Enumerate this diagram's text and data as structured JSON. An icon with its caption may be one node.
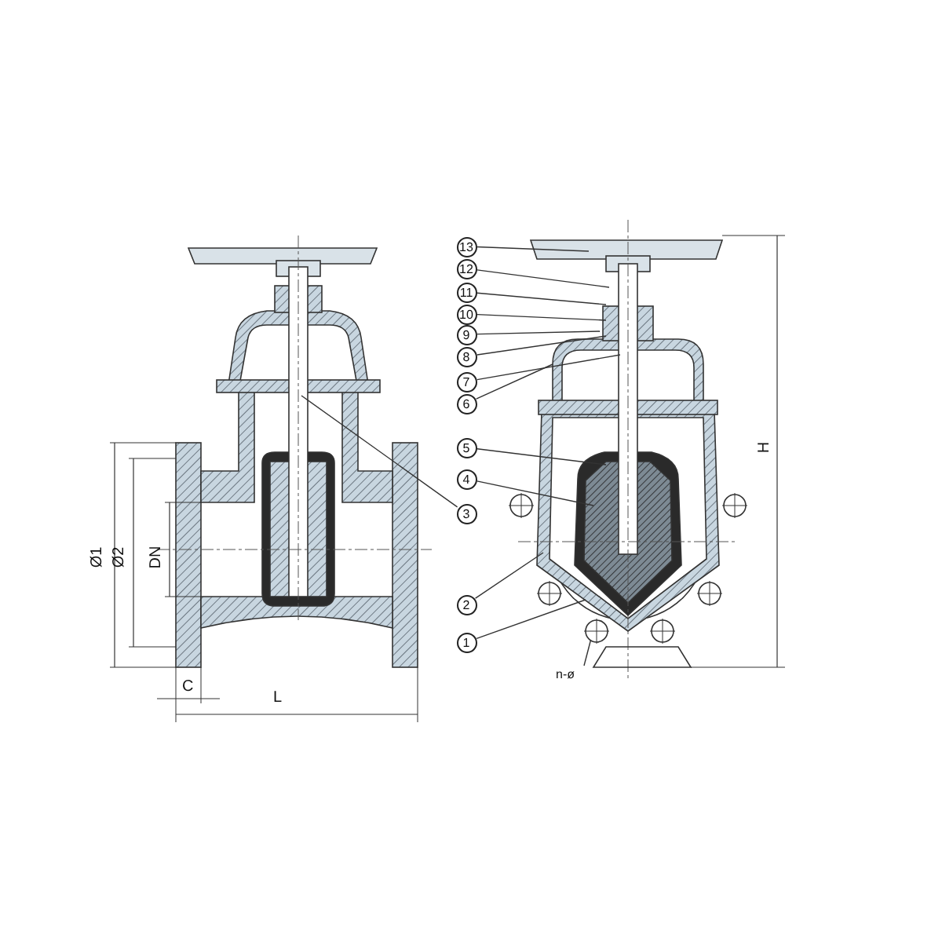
{
  "diagram": {
    "nodes": [
      {
        "text": [
          "13"
        ]
      },
      {
        "text": [
          "12"
        ]
      },
      {
        "text": [
          "11"
        ]
      },
      {
        "text": [
          "10"
        ]
      },
      {
        "text": [
          "9"
        ]
      },
      {
        "text": [
          "8"
        ]
      },
      {
        "text": [
          "7"
        ]
      },
      {
        "text": [
          "6"
        ]
      },
      {
        "text": [
          "5"
        ]
      },
      {
        "text": [
          "4"
        ]
      },
      {
        "text": [
          "3"
        ]
      },
      {
        "text": [
          "2"
        ]
      },
      {
        "text": [
          "1"
        ]
      },
      {
        "text": [
          "n-ø"
        ]
      },
      {
        "text": [],
        "shape": "circle"
      },
      {
        "text": [],
        "shape": "circle"
      },
      {
        "text": [],
        "shape": "circle"
      },
      {
        "text": [],
        "shape": "circle"
      },
      {
        "text": [],
        "shape": "circle"
      },
      {
        "text": [],
        "shape": "circle"
      }
    ],
    "edges": [
      {
        "from": 0,
        "to": null,
        "arrow": "none"
      },
      {
        "from": 1,
        "to": null,
        "arrow": "none"
      },
      {
        "from": 2,
        "to": null,
        "arrow": "none"
      },
      {
        "from": 3,
        "to": null,
        "arrow": "none"
      },
      {
        "from": 4,
        "to": null,
        "arrow": "none"
      },
      {
        "from": 5,
        "to": null,
        "arrow": "none"
      },
      {
        "from": 6,
        "to": null,
        "arrow": "none"
      },
      {
        "from": 7,
        "to": null,
        "arrow": "none"
      },
      {
        "from": 8,
        "to": null,
        "arrow": "none"
      },
      {
        "from": 9,
        "to": null,
        "arrow": "none"
      },
      {
        "from": 10,
        "to": null,
        "arrow": "none"
      },
      {
        "from": 11,
        "to": null,
        "arrow": "none"
      },
      {
        "from": 12,
        "to": null,
        "arrow": "none"
      },
      {
        "from": 13,
        "to": 18,
        "arrow": "none"
      }
    ],
    "labels": [
      "Ø1",
      "Ø2",
      "DN",
      "C",
      "L",
      "H"
    ]
  }
}
